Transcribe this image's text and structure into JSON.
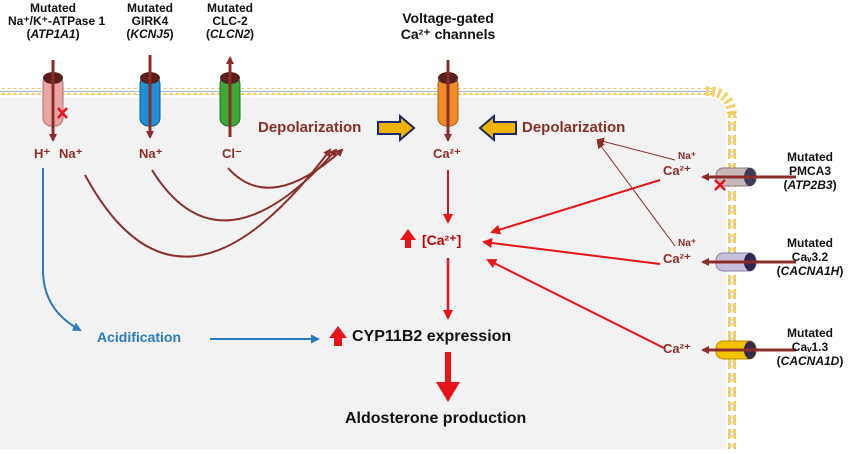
{
  "channels_left": {
    "atp1a1": {
      "line1": "Mutated",
      "line2": "Na⁺/K⁺-ATPase 1",
      "gene": "ATP1A1"
    },
    "kcnj5": {
      "line1": "Mutated",
      "line2": "GIRK4",
      "gene": "KCNJ5"
    },
    "clcn2": {
      "line1": "Mutated",
      "line2": "CLC-2",
      "gene": "CLCN2"
    },
    "vgcc": {
      "line1": "Voltage-gated",
      "line2": "Ca²⁺ channels"
    }
  },
  "channels_right": {
    "atp2b3": {
      "line1": "Mutated",
      "line2": "PMCA3",
      "gene": "ATP2B3"
    },
    "cacna1h": {
      "line1": "Mutated",
      "line2": "Caᵥ3.2",
      "gene": "CACNA1H"
    },
    "cacna1d": {
      "line1": "Mutated",
      "line2": "Caᵥ1.3",
      "gene": "CACNA1D"
    }
  },
  "ions": {
    "h": "H⁺",
    "na1": "Na⁺",
    "na2": "Na⁺",
    "cl": "Cl⁻",
    "ca_center": "Ca²⁺",
    "na_r1": "Na⁺",
    "ca_r1": "Ca²⁺",
    "na_r2": "Na⁺",
    "ca_r2": "Ca²⁺",
    "ca_r3": "Ca²⁺"
  },
  "labels": {
    "depol_left": "Depolarization",
    "depol_right": "Depolarization",
    "ca_intracellular": "[Ca²⁺]",
    "acidification": "Acidification",
    "cyp": "CYP11B2 expression",
    "aldo": "Aldosterone production"
  },
  "colors": {
    "arrow_brown": "#8b2e2a",
    "arrow_red": "#e8141a",
    "arrow_blue": "#2a7bbf",
    "cell_fill": "#f2f2f2",
    "membrane": "#f5d36a",
    "block_x": "#e8141a"
  }
}
